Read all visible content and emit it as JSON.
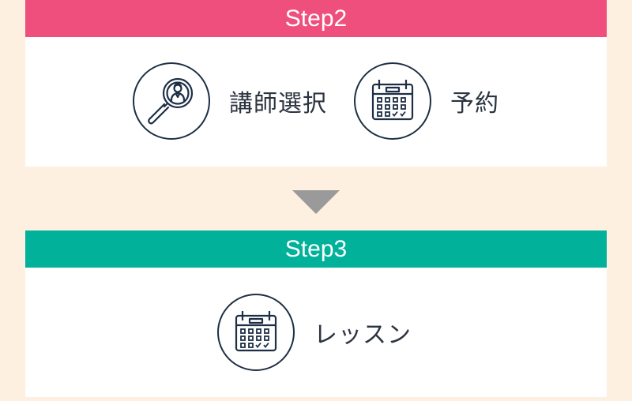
{
  "step2": {
    "title": "Step2",
    "items": [
      {
        "label": "講師選択",
        "icon": "teacher-search-icon"
      },
      {
        "label": "予約",
        "icon": "calendar-icon"
      }
    ]
  },
  "step3": {
    "title": "Step3",
    "items": [
      {
        "label": "レッスン",
        "icon": "calendar-icon"
      }
    ]
  },
  "colors": {
    "step2_header": "#ee4f7c",
    "step3_header": "#01b19a",
    "background": "#fef0e0",
    "arrow": "#9a9a9a",
    "icon_stroke": "#1d2f45"
  }
}
